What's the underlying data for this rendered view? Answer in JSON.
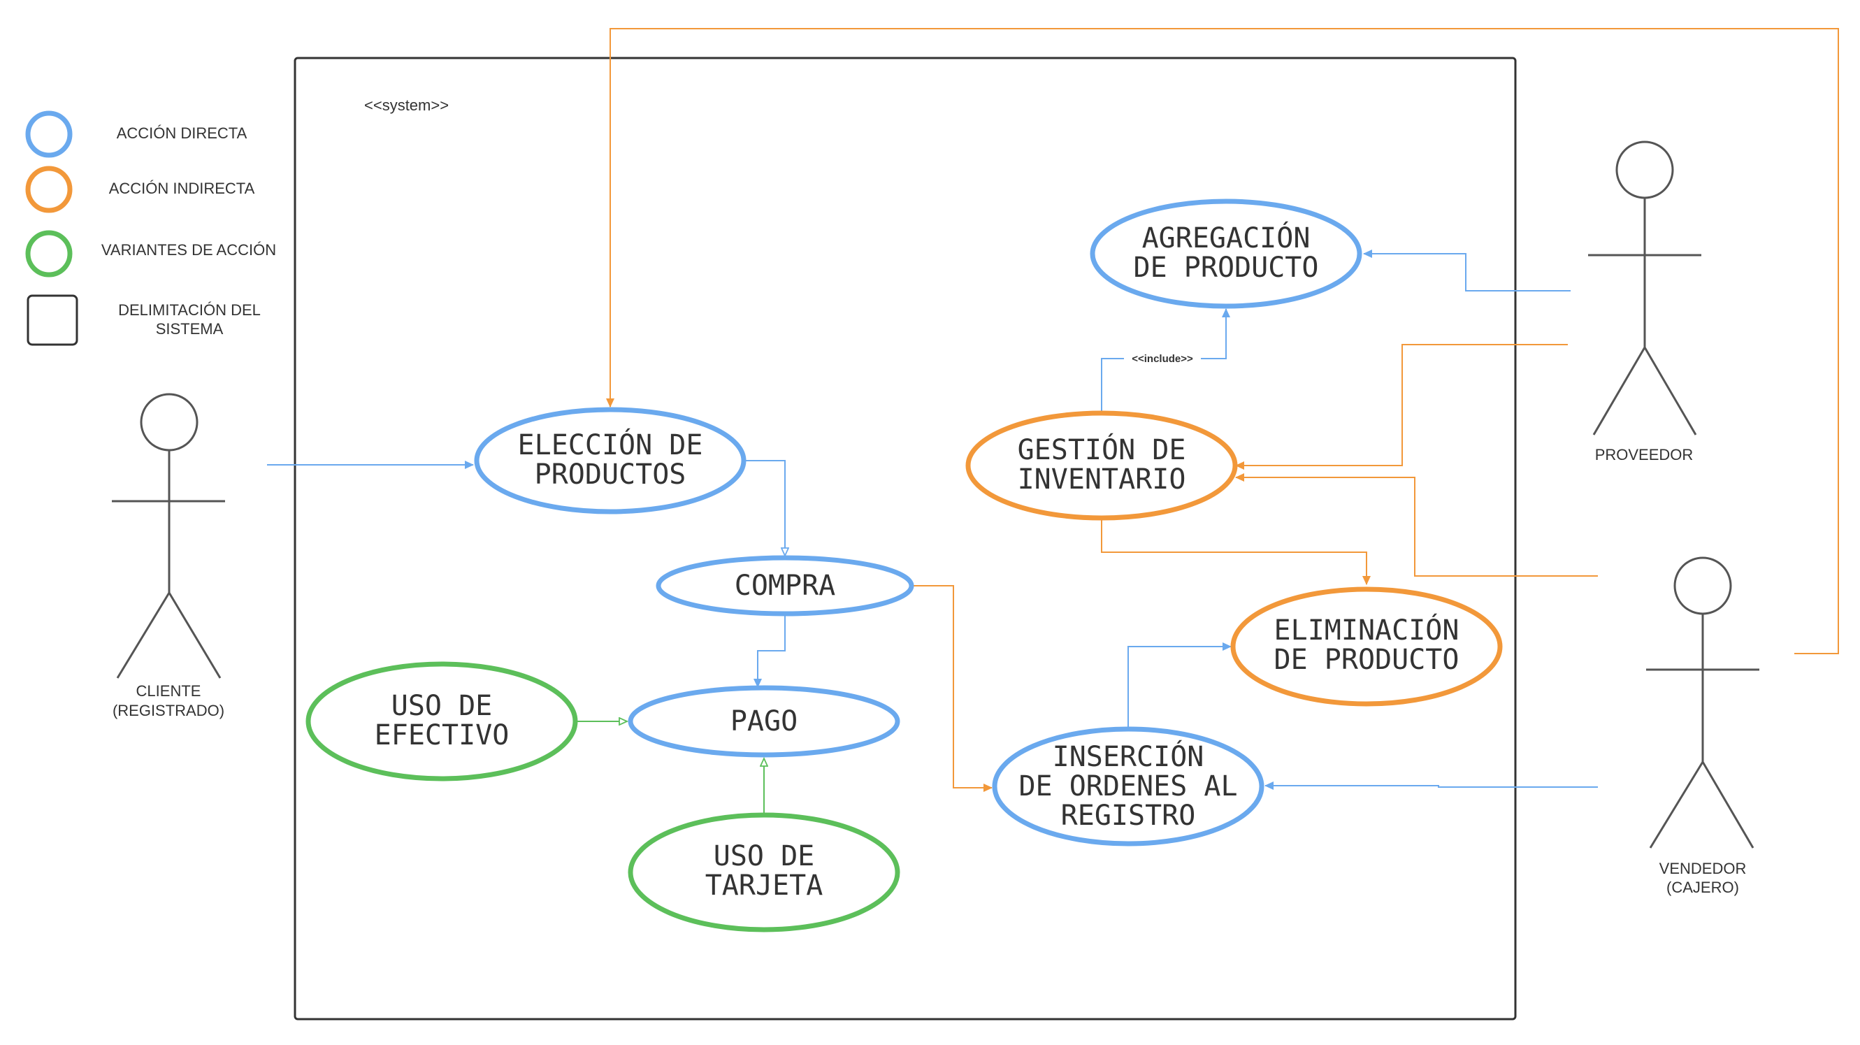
{
  "system": {
    "stereotype": "<<system>>"
  },
  "legend": {
    "direct": "ACCIÓN DIRECTA",
    "indirect": "ACCIÓN INDIRECTA",
    "variants": "VARIANTES DE ACCIÓN",
    "boundary_line1": "DELIMITACIÓN DEL",
    "boundary_line2": "SISTEMA"
  },
  "actors": {
    "cliente": {
      "line1": "CLIENTE",
      "line2": "(REGISTRADO)"
    },
    "proveedor": {
      "line1": "PROVEEDOR"
    },
    "vendedor": {
      "line1": "VENDEDOR",
      "line2": "(CAJERO)"
    }
  },
  "usecases": {
    "eleccion": {
      "line1": "ELECCIÓN DE",
      "line2": "PRODUCTOS"
    },
    "compra": {
      "line1": "COMPRA"
    },
    "pago": {
      "line1": "PAGO"
    },
    "efectivo": {
      "line1": "USO DE",
      "line2": "EFECTIVO"
    },
    "tarjeta": {
      "line1": "USO DE",
      "line2": "TARJETA"
    },
    "agregacion": {
      "line1": "AGREGACIÓN",
      "line2": "DE PRODUCTO"
    },
    "gestion": {
      "line1": "GESTIÓN DE",
      "line2": "INVENTARIO"
    },
    "eliminacion": {
      "line1": "ELIMINACIÓN",
      "line2": "DE PRODUCTO"
    },
    "insercion": {
      "line1": "INSERCIÓN",
      "line2": "DE ORDENES AL",
      "line3": "REGISTRO"
    }
  },
  "include_label": "<<include>>",
  "colors": {
    "direct": "#6aa9ee",
    "indirect": "#f2983a",
    "variant": "#5cbf5a",
    "line": "#333333"
  }
}
